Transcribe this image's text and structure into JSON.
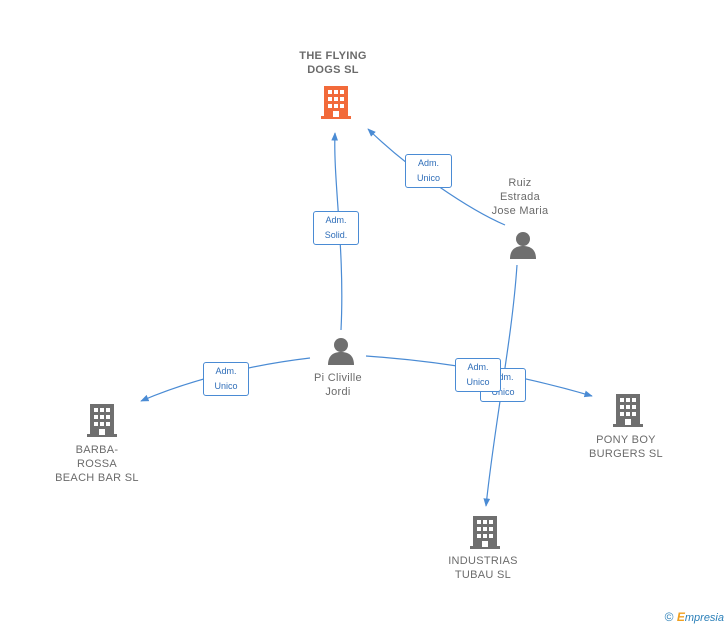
{
  "nodes": {
    "flying_dogs": {
      "lines": [
        "THE FLYING",
        "DOGS  SL"
      ],
      "type": "company",
      "color": "#f26a3a"
    },
    "ruiz": {
      "lines": [
        "Ruiz",
        "Estrada",
        "Jose Maria"
      ],
      "type": "person",
      "color": "#6f6f6f"
    },
    "pi_cliville": {
      "lines": [
        "Pi Cliville",
        "Jordi"
      ],
      "type": "person",
      "color": "#6f6f6f"
    },
    "barbarossa": {
      "lines": [
        "BARBA-",
        "ROSSA",
        "BEACH BAR  SL"
      ],
      "type": "company",
      "color": "#6f6f6f"
    },
    "pony_boy": {
      "lines": [
        "PONY BOY",
        "BURGERS  SL"
      ],
      "type": "company",
      "color": "#6f6f6f"
    },
    "industrias": {
      "lines": [
        "INDUSTRIAS",
        "TUBAU SL"
      ],
      "type": "company",
      "color": "#6f6f6f"
    }
  },
  "edges": {
    "ruiz_flying": {
      "lines": [
        "Adm.",
        "Unico"
      ]
    },
    "pi_flying": {
      "lines": [
        "Adm.",
        "Solid."
      ]
    },
    "pi_barbarossa": {
      "lines": [
        "Adm.",
        "Unico"
      ]
    },
    "pi_pony": {
      "lines": [
        "Adm.",
        "Unico"
      ]
    },
    "ruiz_industrias": {
      "lines": [
        "Adm.",
        "Unico"
      ]
    }
  },
  "edge_color": "#4a8bd4",
  "footer": {
    "symbol": "©",
    "brand_first": "E",
    "brand_rest": "mpresia"
  }
}
